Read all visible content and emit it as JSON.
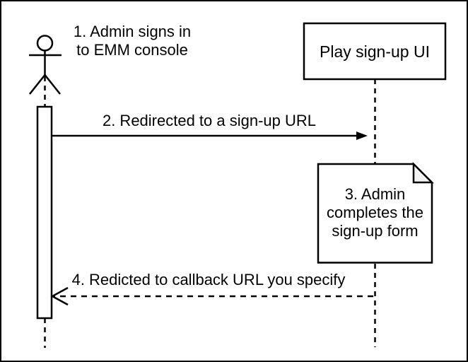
{
  "colors": {
    "stroke": "#000000",
    "fill": "#ffffff",
    "text": "#000000",
    "border": "#000000",
    "note_fold_fill": "#f2f2f2"
  },
  "actor": {
    "icon": "stick-figure",
    "annotation": "1. Admin signs in\nto EMM console"
  },
  "participant": {
    "label": "Play sign-up UI"
  },
  "messages": [
    {
      "num": "2",
      "label": "2. Redirected to a sign-up URL",
      "line": "solid",
      "arrow": "filled",
      "direction": "right"
    },
    {
      "num": "4",
      "label": "4. Redicted to callback URL you specify",
      "line": "dashed",
      "arrow": "open",
      "direction": "left"
    }
  ],
  "note": {
    "label": "3. Admin\ncompletes the\nsign-up form"
  }
}
